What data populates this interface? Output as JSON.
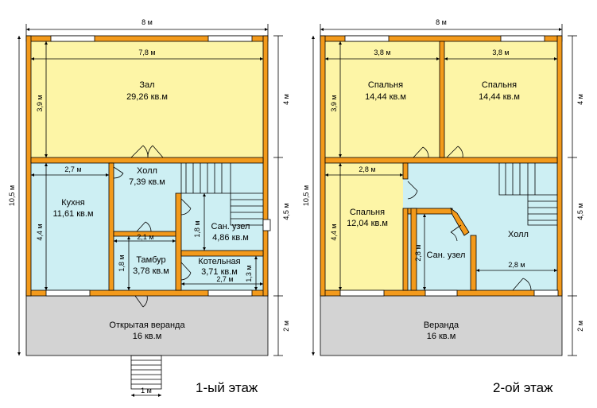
{
  "floor1": {
    "caption": "1-ый этаж",
    "width_dim": "8 м",
    "height_dim": "10,5 м",
    "right_dims": [
      "4 м",
      "4,5 м",
      "2 м"
    ],
    "inner_dims": {
      "hall_w": "7,8 м",
      "hall_h": "3,9 м",
      "kitchen_w": "2,7 м",
      "kitchen_h": "4,4 м",
      "tambur_w": "2,1 м",
      "tambur_h": "1,8 м",
      "bath_h": "1,8 м",
      "boiler_w": "2,7 м",
      "boiler_h": "1,3 м",
      "steps_w": "1 м"
    },
    "rooms": {
      "zal": {
        "name": "Зал",
        "area": "29,26 кв.м"
      },
      "holl": {
        "name": "Холл",
        "area": "7,39 кв.м"
      },
      "kitchen": {
        "name": "Кухня",
        "area": "11,61 кв.м"
      },
      "bath": {
        "name": "Сан. узел",
        "area": "4,86 кв.м"
      },
      "tambur": {
        "name": "Тамбур",
        "area": "3,78 кв.м"
      },
      "boiler": {
        "name": "Котельная",
        "area": "3,71 кв.м"
      },
      "veranda": {
        "name": "Открытая веранда",
        "area": "16 кв.м"
      }
    }
  },
  "floor2": {
    "caption": "2-ой этаж",
    "width_dim": "8 м",
    "height_dim": "10,5 м",
    "right_dims": [
      "4 м",
      "4,5 м",
      "2 м"
    ],
    "inner_dims": {
      "bed1_w": "3,8 м",
      "bed2_w": "3,8 м",
      "bed_h": "3,9 м",
      "bed3_w": "2,8 м",
      "bed3_h": "4,4 м",
      "bath_h": "2,8 м",
      "holl_w": "2,8 м"
    },
    "rooms": {
      "bed1": {
        "name": "Спальня",
        "area": "14,44 кв.м"
      },
      "bed2": {
        "name": "Спальня",
        "area": "14,44 кв.м"
      },
      "bed3": {
        "name": "Спальня",
        "area": "12,04 кв.м"
      },
      "bath": {
        "name": "Сан. узел",
        "area": ""
      },
      "holl": {
        "name": "Холл",
        "area": ""
      },
      "veranda": {
        "name": "Веранда",
        "area": "16 кв.м"
      }
    }
  },
  "colors": {
    "wall": "#f39a1b",
    "dry_room": "#fdf5a6",
    "wet_room": "#cdeff3",
    "veranda": "#d3d3d3"
  }
}
